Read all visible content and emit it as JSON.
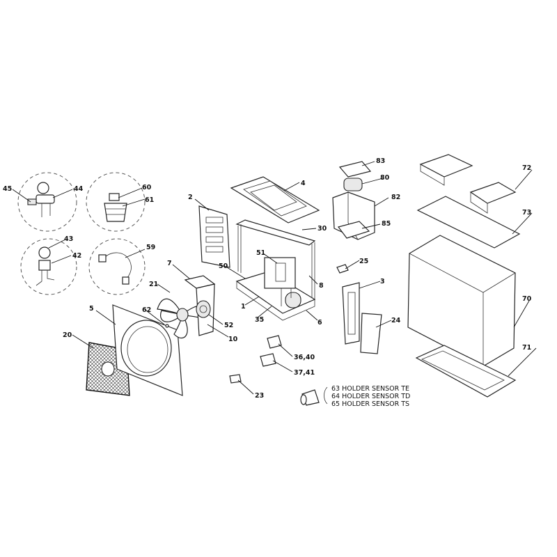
{
  "diagram": {
    "callouts": {
      "c2": "2",
      "c4": "4",
      "c5": "5",
      "c6": "6",
      "c7": "7",
      "c8": "8",
      "c10": "10",
      "c1": "1",
      "c3": "3",
      "c20": "20",
      "c21": "21",
      "c23": "23",
      "c24": "24",
      "c25": "25",
      "c30": "30",
      "c35": "35",
      "c3640": "36,40",
      "c3741": "37,41",
      "c42": "42",
      "c43": "43",
      "c44": "44",
      "c45": "45",
      "c50": "50",
      "c51": "51",
      "c52": "52",
      "c59": "59",
      "c60": "60",
      "c61": "61",
      "c62": "62",
      "c70": "70",
      "c71": "71",
      "c72": "72",
      "c73": "73",
      "c80": "80",
      "c82": "82",
      "c83": "83",
      "c85": "85"
    },
    "sensor_notes": [
      "63 HOLDER SENSOR TE",
      "64 HOLDER SENSOR TD",
      "65 HOLDER SENSOR TS"
    ]
  }
}
